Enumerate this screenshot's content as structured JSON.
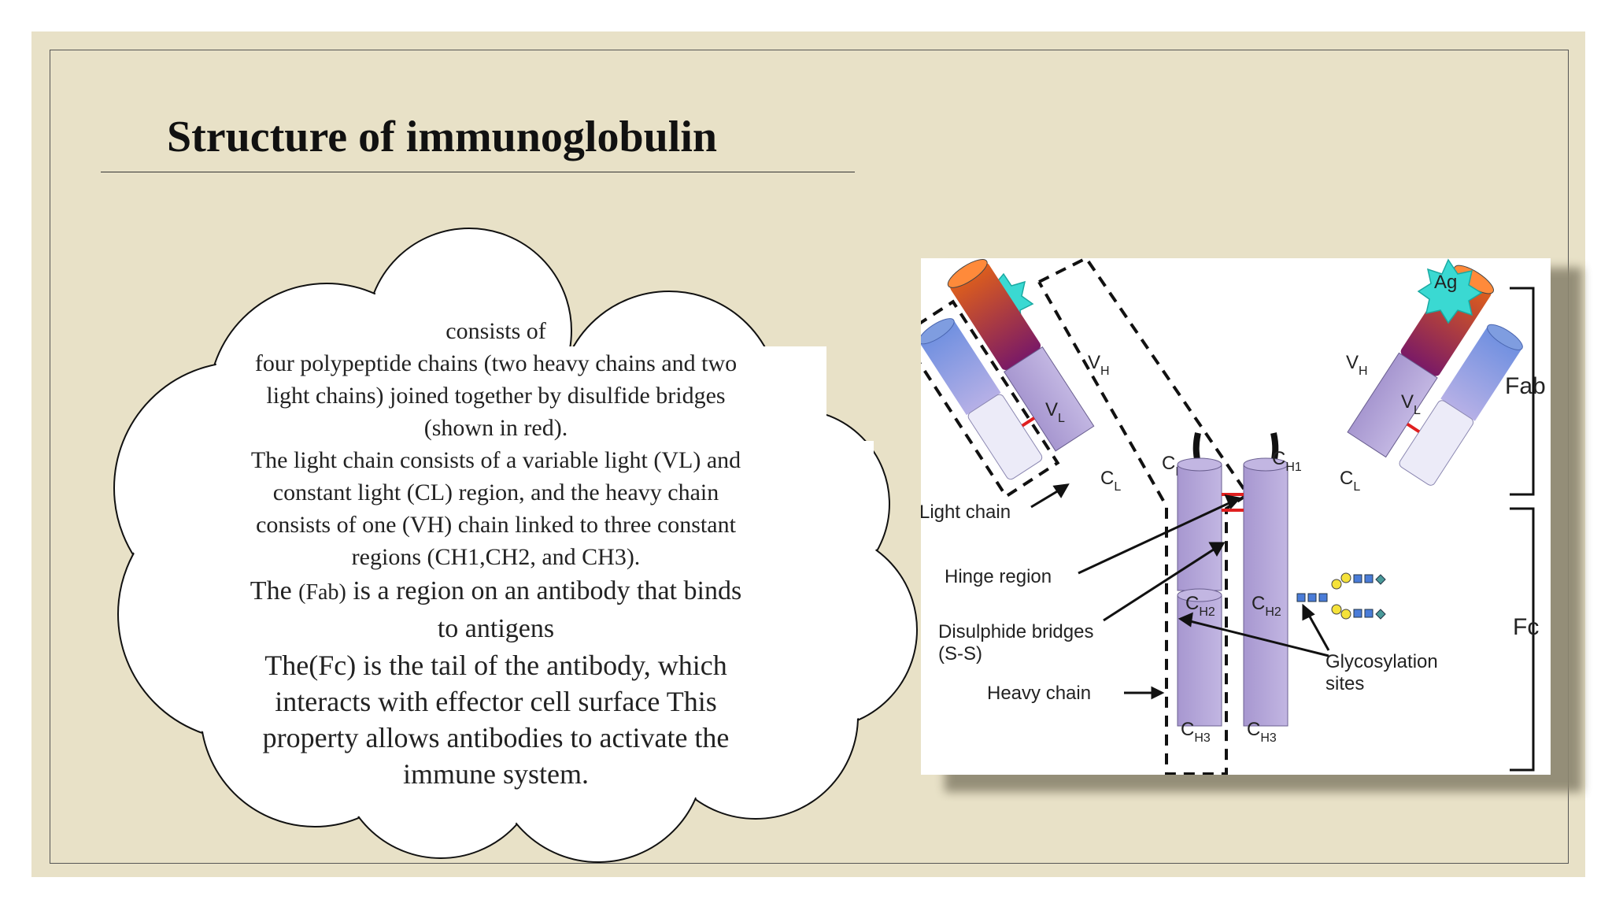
{
  "slide": {
    "title": "Structure of  immunoglobulin",
    "cloud_text": {
      "line1": "consists of",
      "line2": "four polypeptide chains (two heavy chains and two",
      "line3": "light chains) joined together by disulfide bridges",
      "line4": "(shown in red).",
      "line5": "The light chain consists of  a variable light (VL) and",
      "line6": "constant light (CL) region, and the heavy chain",
      "line7": "consists of  one  (VH) chain linked to three constant",
      "line8": "regions (CH1,CH2, and CH3).",
      "line9_pre": "The ",
      "line9_fab": "(Fab)",
      "line9_post": " is a region on an antibody that binds",
      "line10": "to antigens",
      "line11": "The(Fc) is the tail of  the antibody, which",
      "line12": "interacts with  effector cell surface This",
      "line13": "property allows antibodies to activate the",
      "line14": "immune system."
    }
  },
  "diagram": {
    "labels": {
      "light_chain": "Light chain",
      "hinge_region": "Hinge region",
      "disulphide_bridges_1": "Disulphide bridges",
      "disulphide_bridges_2": "(S-S)",
      "heavy_chain": "Heavy chain",
      "glycosylation_1": "Glycosylation",
      "glycosylation_2": "sites",
      "fab": "Fab",
      "fc": "Fc",
      "ag": "Ag"
    },
    "domains": {
      "vh": "V",
      "vh_sub": "H",
      "vl": "V",
      "vl_sub": "L",
      "cl": "C",
      "cl_sub": "L",
      "ch1": "C",
      "ch1_sub": "H1",
      "ch2": "C",
      "ch2_sub": "H2",
      "ch3": "C",
      "ch3_sub": "H3"
    },
    "colors": {
      "heavy_constant": "#b7a8d8",
      "variable_light": "#7f9de0",
      "constant_light": "#ecebf8",
      "antigen": "#3ad9d2",
      "disulfide": "#e02020"
    }
  }
}
